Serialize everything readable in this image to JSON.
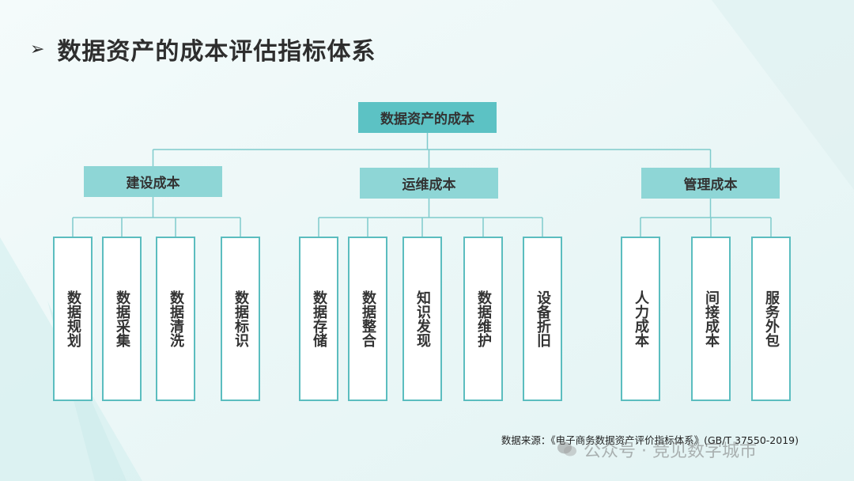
{
  "title": {
    "arrow": "➢",
    "text": "数据资产的成本评估指标体系"
  },
  "colors": {
    "root_fill": "#5cc2c4",
    "mid_fill": "#8ed6d6",
    "leaf_border": "#5bbdbf",
    "connector": "#7fcbcc"
  },
  "tree": {
    "label": "数据资产的成本",
    "children": [
      {
        "label": "建设成本",
        "children": [
          "数据规划",
          "数据采集",
          "数据清洗",
          "数据标识"
        ]
      },
      {
        "label": "运维成本",
        "children": [
          "数据存储",
          "数据整合",
          "知识发现",
          "数据维护",
          "设备折旧"
        ]
      },
      {
        "label": "管理成本",
        "children": [
          "人力成本",
          "间接成本",
          "服务外包"
        ]
      }
    ]
  },
  "footnote": "数据来源：《电子商务数据资产评价指标体系》(GB/T 37550-2019)",
  "watermark": {
    "text": "公众号 · 竞见数字城市",
    "icon": "wechat-icon"
  }
}
